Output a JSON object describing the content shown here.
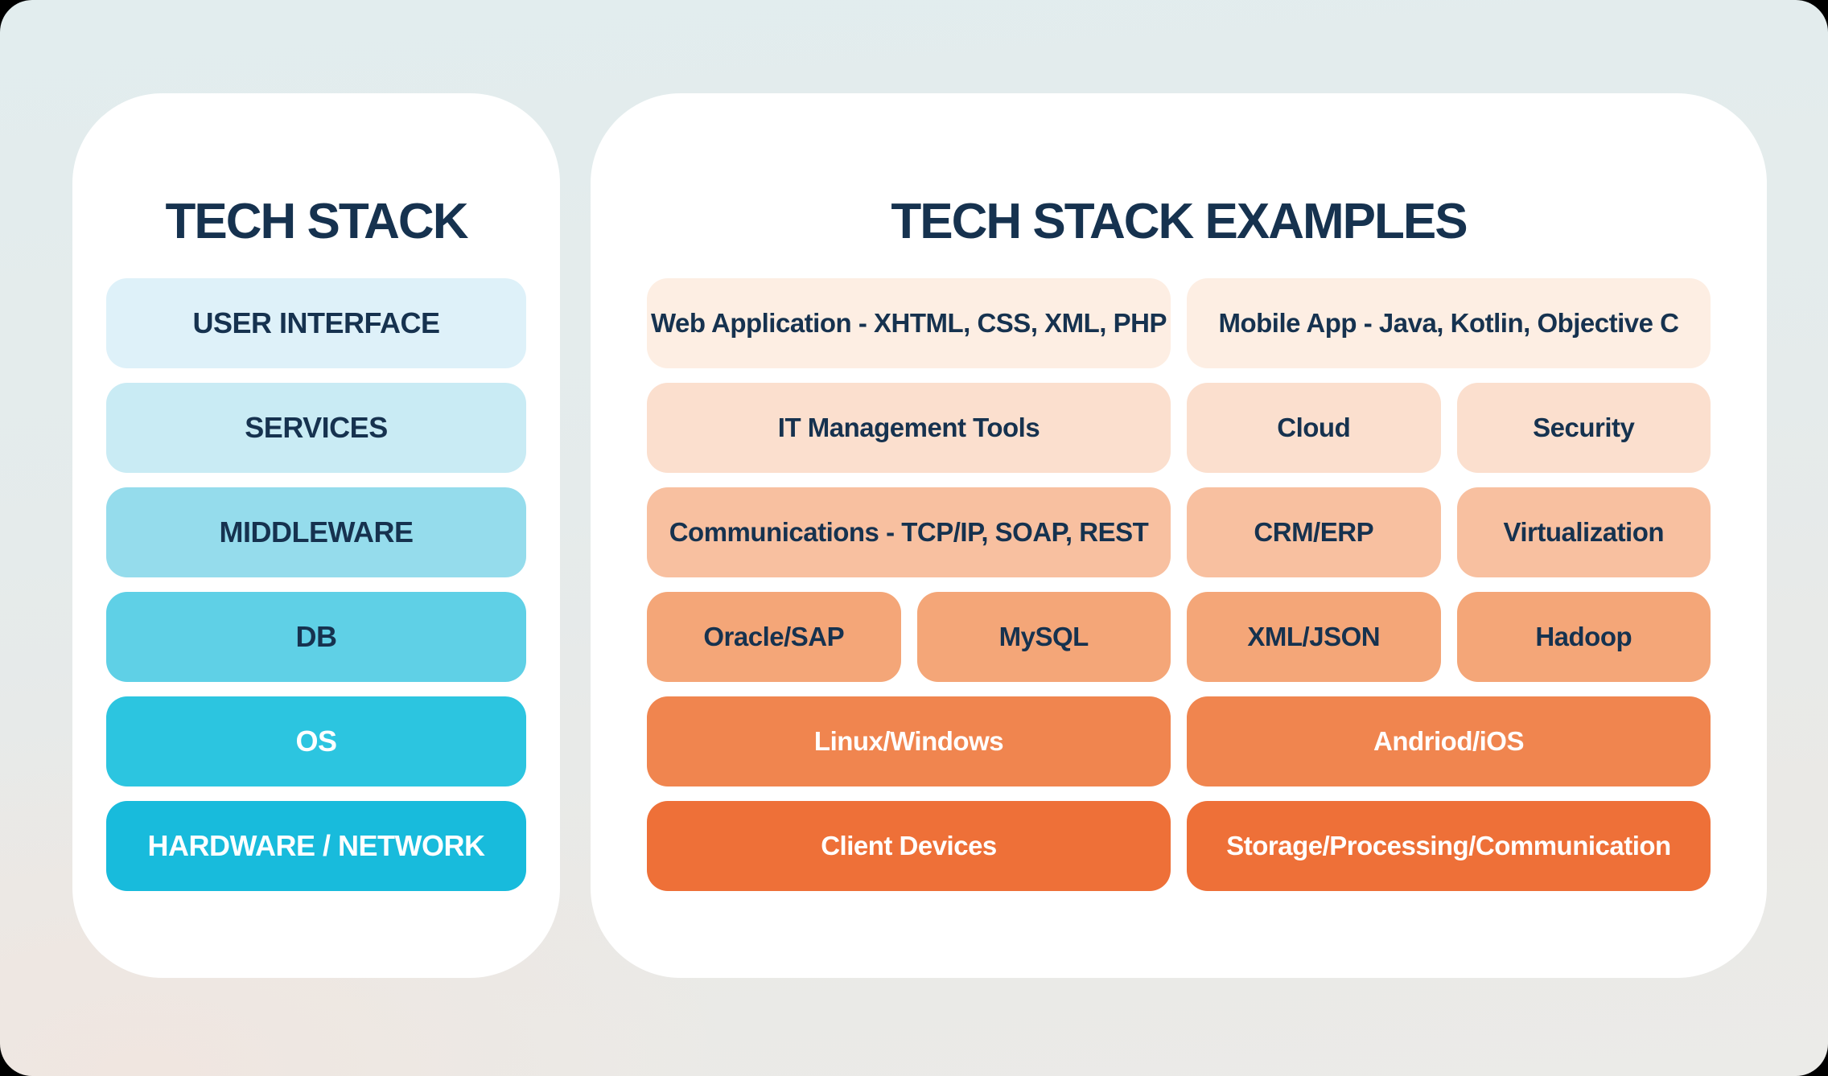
{
  "colors": {
    "navy_text": "#16324f",
    "white_text": "#ffffff",
    "panel_white": "#ffffff",
    "background_top": "#e2edee",
    "background_bottom_left": "#efe7e2",
    "background_bottom_right": "#ebebe8",
    "corner_dark": "#000000"
  },
  "left_panel": {
    "title": "TECH STACK",
    "layers": [
      {
        "label": "USER INTERFACE",
        "bg": "#def1f9",
        "fg": "#16324f"
      },
      {
        "label": "SERVICES",
        "bg": "#c9ebf4",
        "fg": "#16324f"
      },
      {
        "label": "MIDDLEWARE",
        "bg": "#95dcec",
        "fg": "#16324f"
      },
      {
        "label": "DB",
        "bg": "#5fd0e6",
        "fg": "#16324f"
      },
      {
        "label": "OS",
        "bg": "#2cc5e0",
        "fg": "#ffffff"
      },
      {
        "label": "HARDWARE / NETWORK",
        "bg": "#18bbdc",
        "fg": "#ffffff"
      }
    ]
  },
  "right_panel": {
    "title": "TECH STACK EXAMPLES",
    "rows": [
      {
        "bg": "#fdeee3",
        "fg": "#16324f",
        "cells": [
          {
            "label": "Web Application - XHTML, CSS, XML, PHP",
            "span": 2
          },
          {
            "label": "Mobile App - Java, Kotlin, Objective C",
            "span": 2
          }
        ]
      },
      {
        "bg": "#fbdfce",
        "fg": "#16324f",
        "cells": [
          {
            "label": "IT Management Tools",
            "span": 2
          },
          {
            "label": "Cloud",
            "span": 1
          },
          {
            "label": "Security",
            "span": 1
          }
        ]
      },
      {
        "bg": "#f8c0a0",
        "fg": "#16324f",
        "cells": [
          {
            "label": "Communications - TCP/IP, SOAP, REST",
            "span": 2
          },
          {
            "label": "CRM/ERP",
            "span": 1
          },
          {
            "label": "Virtualization",
            "span": 1
          }
        ]
      },
      {
        "bg": "#f4a678",
        "fg": "#16324f",
        "cells": [
          {
            "label": "Oracle/SAP",
            "span": 1
          },
          {
            "label": "MySQL",
            "span": 1
          },
          {
            "label": "XML/JSON",
            "span": 1
          },
          {
            "label": "Hadoop",
            "span": 1
          }
        ]
      },
      {
        "bg": "#f0854f",
        "fg": "#ffffff",
        "cells": [
          {
            "label": "Linux/Windows",
            "span": 2
          },
          {
            "label": "Andriod/iOS",
            "span": 2
          }
        ]
      },
      {
        "bg": "#ee7038",
        "fg": "#ffffff",
        "cells": [
          {
            "label": "Client Devices",
            "span": 2
          },
          {
            "label": "Storage/Processing/Communication",
            "span": 2
          }
        ]
      }
    ]
  }
}
